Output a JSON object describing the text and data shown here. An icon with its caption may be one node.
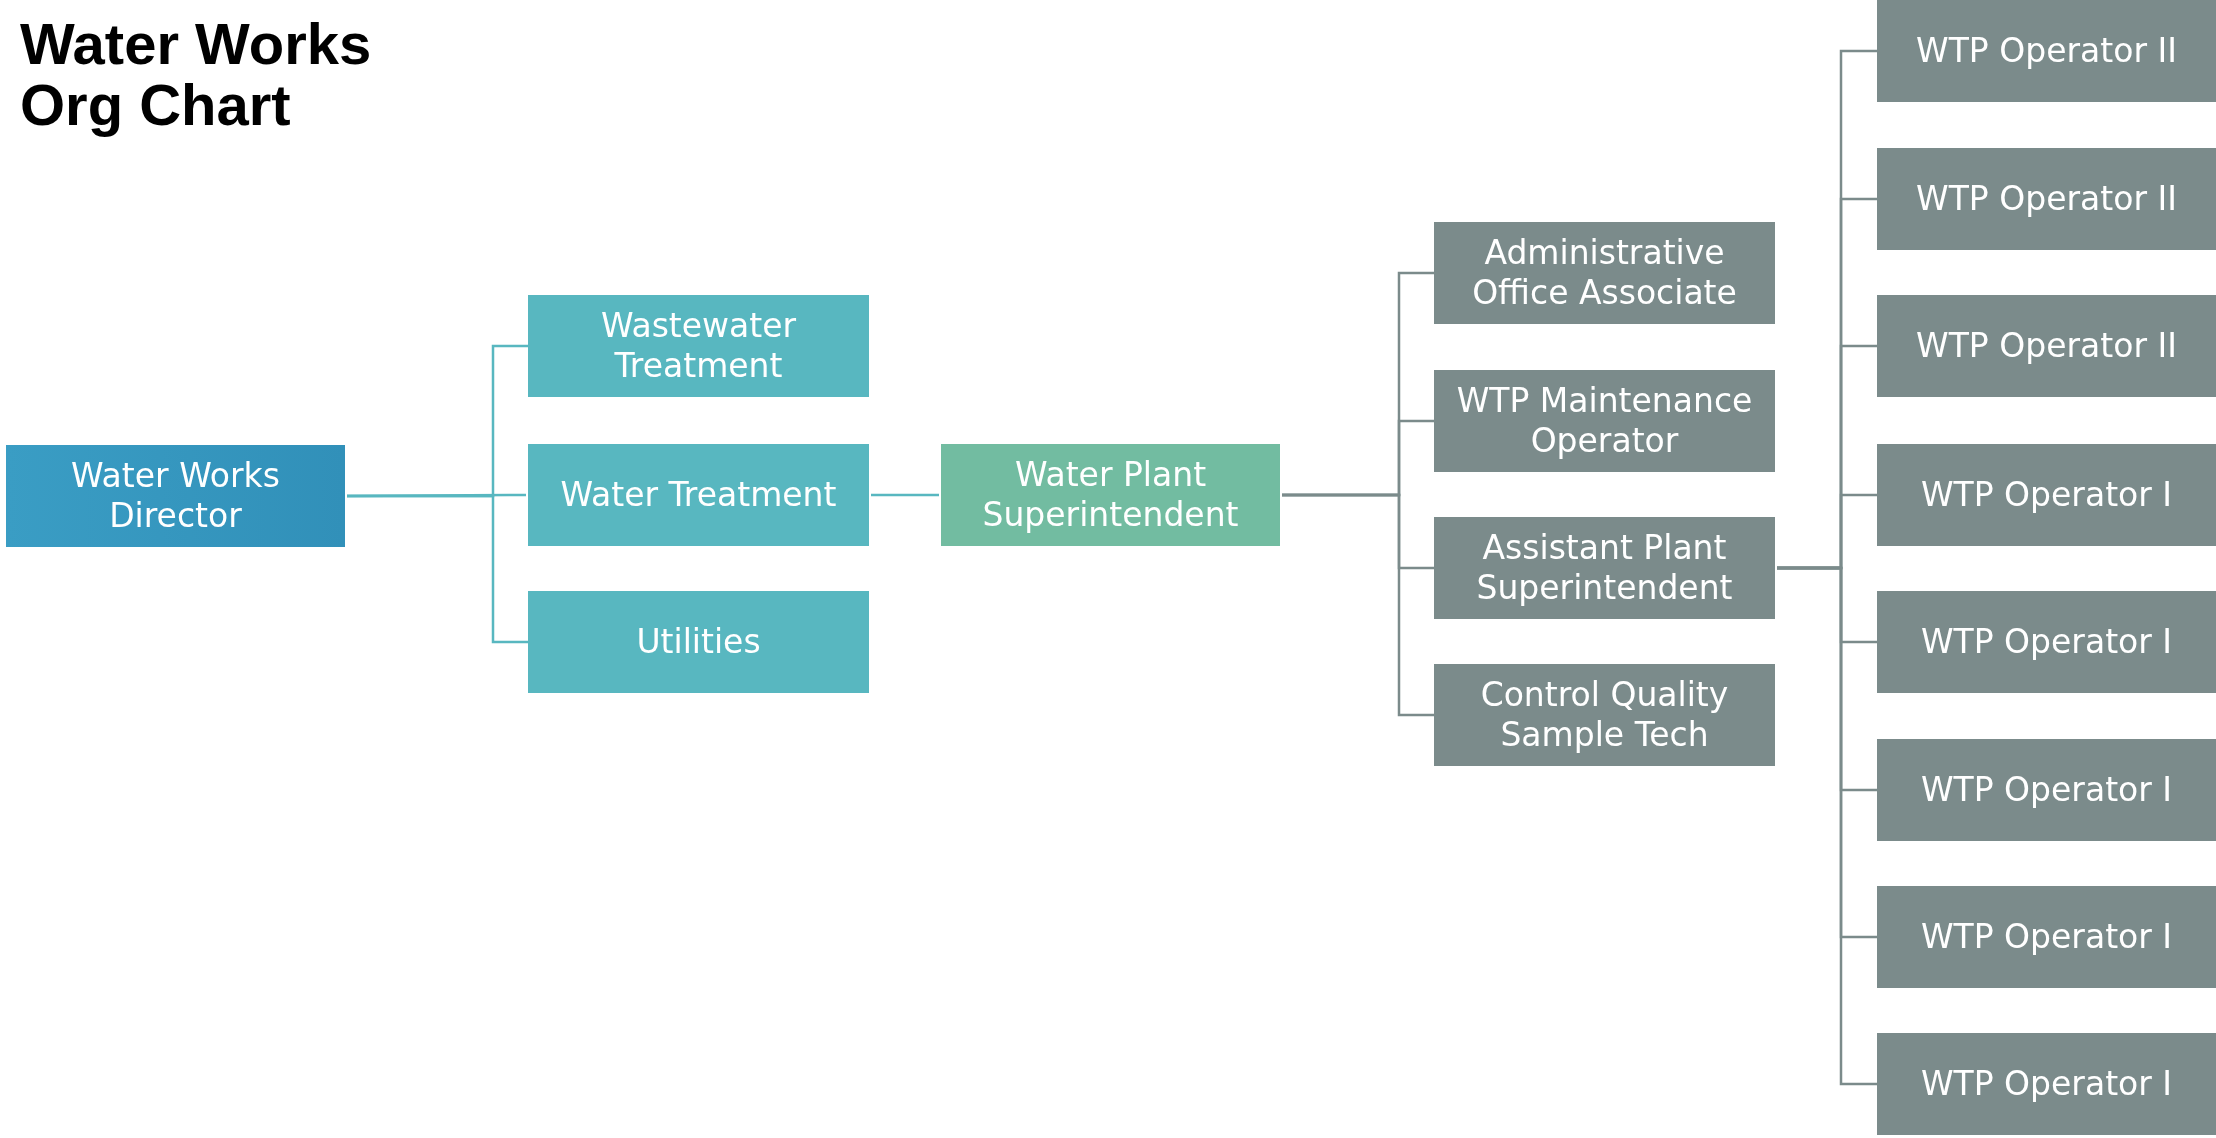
{
  "diagram": {
    "title": "Water Works Org Chart",
    "nodes": [
      {
        "text": [
          "Water Works Director"
        ]
      },
      {
        "text": [
          "Wastewater Treatment"
        ]
      },
      {
        "text": [
          "Water Treatment"
        ]
      },
      {
        "text": [
          "Utilities"
        ]
      },
      {
        "text": [
          "Water Plant Superintendent"
        ]
      },
      {
        "text": [
          "Administrative Office Associate"
        ]
      },
      {
        "text": [
          "WTP Maintenance Operator"
        ]
      },
      {
        "text": [
          "Assistant Plant Superintendent"
        ]
      },
      {
        "text": [
          "Control Quality Sample Tech"
        ]
      },
      {
        "text": [
          "WTP Operator II"
        ]
      },
      {
        "text": [
          "WTP Operator II"
        ]
      },
      {
        "text": [
          "WTP Operator II"
        ]
      },
      {
        "text": [
          "WTP Operator I"
        ]
      },
      {
        "text": [
          "WTP Operator I"
        ]
      },
      {
        "text": [
          "WTP Operator I"
        ]
      },
      {
        "text": [
          "WTP Operator I"
        ]
      },
      {
        "text": [
          "WTP Operator I"
        ]
      }
    ],
    "edges": [
      {
        "from": 0,
        "to": 1,
        "arrow": "none",
        "color": "#58b7c0"
      },
      {
        "from": 0,
        "to": 2,
        "arrow": "none",
        "color": "#58b7c0"
      },
      {
        "from": 0,
        "to": 3,
        "arrow": "none",
        "color": "#58b7c0"
      },
      {
        "from": 2,
        "to": 4,
        "arrow": "none",
        "color": "#58b7c0"
      },
      {
        "from": 4,
        "to": 5,
        "arrow": "none"
      },
      {
        "from": 4,
        "to": 6,
        "arrow": "none"
      },
      {
        "from": 4,
        "to": 7,
        "arrow": "none"
      },
      {
        "from": 4,
        "to": 8,
        "arrow": "none"
      },
      {
        "from": 7,
        "to": 9,
        "arrow": "none"
      },
      {
        "from": 7,
        "to": 10,
        "arrow": "none"
      },
      {
        "from": 7,
        "to": 11,
        "arrow": "none"
      },
      {
        "from": 7,
        "to": 12,
        "arrow": "none"
      },
      {
        "from": 7,
        "to": 13,
        "arrow": "none"
      },
      {
        "from": 7,
        "to": 14,
        "arrow": "none"
      },
      {
        "from": 7,
        "to": 15,
        "arrow": "none"
      },
      {
        "from": 7,
        "to": 16,
        "arrow": "none"
      }
    ]
  }
}
